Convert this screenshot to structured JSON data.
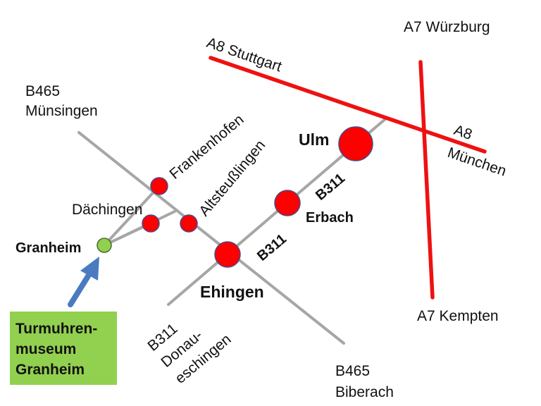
{
  "map": {
    "colors": {
      "motorway": "#ee1111",
      "federal_road": "#a6a6a6",
      "town": "#ff0000",
      "granheim_marker": "#92d050",
      "arrow": "#4a7bc0",
      "museum_box": "#92d050"
    },
    "labels": {
      "a8_stuttgart": "A8 Stuttgart",
      "a7_wurzburg": "A7 Würzburg",
      "a8_munchen_1": "A8",
      "a8_munchen_2": "München",
      "a7_kempten": "A7 Kempten",
      "b465_munsingen_1": "B465",
      "b465_munsingen_2": "Münsingen",
      "b465_biberach_1": "B465",
      "b465_biberach_2": "Biberach",
      "b311_donau_1": "B311",
      "b311_donau_2": "Donau-",
      "b311_donau_3": "eschingen",
      "b311_upper": "B311",
      "b311_lower": "B311",
      "frankenhofen": "Frankenhofen",
      "altsteusslingen": "Altsteußlingen",
      "dachingen": "Dächingen",
      "granheim": "Granheim",
      "ulm": "Ulm",
      "erbach": "Erbach",
      "ehingen": "Ehingen"
    },
    "museum": {
      "line1": "Turmuhren-",
      "line2": "museum",
      "line3": "Granheim"
    }
  }
}
